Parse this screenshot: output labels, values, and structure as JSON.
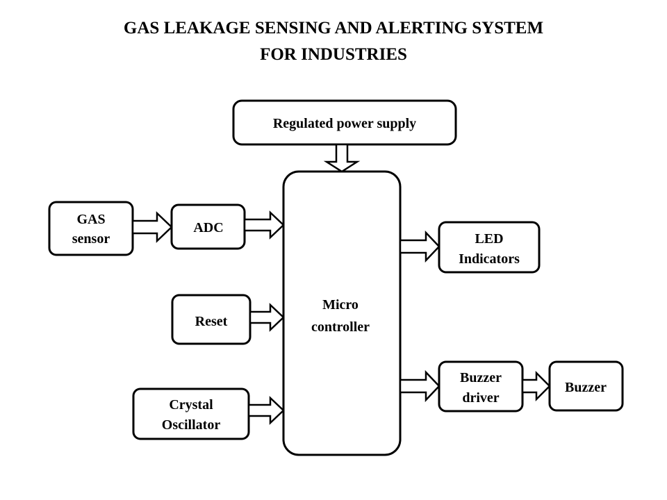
{
  "title": {
    "line1": "GAS LEAKAGE SENSING AND ALERTING SYSTEM",
    "line2": "FOR INDUSTRIES"
  },
  "blocks": {
    "power_supply": {
      "line1": "Regulated power supply"
    },
    "gas_sensor": {
      "line1": "GAS",
      "line2": "sensor"
    },
    "adc": {
      "line1": "ADC"
    },
    "reset": {
      "line1": "Reset"
    },
    "crystal": {
      "line1": "Crystal",
      "line2": "Oscillator"
    },
    "microcontroller": {
      "line1": "Micro",
      "line2": "controller"
    },
    "led": {
      "line1": "LED",
      "line2": "Indicators"
    },
    "buzzer_driver": {
      "line1": "Buzzer",
      "line2": "driver"
    },
    "buzzer": {
      "line1": "Buzzer"
    }
  },
  "colors": {
    "stroke": "#000000",
    "fill": "#ffffff"
  }
}
